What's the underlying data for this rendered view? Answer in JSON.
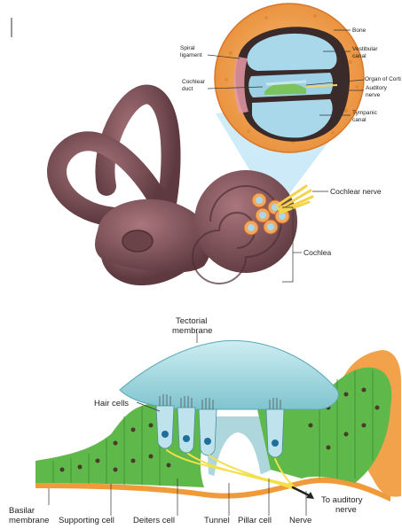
{
  "cross_section": {
    "labels": {
      "bone": "Bone",
      "vestibular_canal_1": "Vestibular",
      "vestibular_canal_2": "canal",
      "spiral_ligament_1": "Spiral",
      "spiral_ligament_2": "ligament",
      "organ_of_corti": "Organ of Corti",
      "cochlear_duct_1": "Cochlear",
      "cochlear_duct_2": "duct",
      "auditory_nerve_1": "Auditory",
      "auditory_nerve_2": "nerve",
      "tympanic_canal_1": "Tympanic",
      "tympanic_canal_2": "canal"
    }
  },
  "inner_ear": {
    "labels": {
      "cochlear_nerve": "Cochlear nerve",
      "cochlea": "Cochlea"
    }
  },
  "organ_detail": {
    "labels": {
      "tectorial_membrane_1": "Tectorial",
      "tectorial_membrane_2": "membrane",
      "hair_cells": "Hair cells",
      "basilar_membrane_1": "Basilar",
      "basilar_membrane_2": "membrane",
      "supporting_cell": "Supporting cell",
      "deiters_cell": "Deiters cell",
      "tunnel": "Tunnel",
      "pillar_cell": "Pillar cell",
      "nerve": "Nerve",
      "to_auditory_nerve_1": "To auditory",
      "to_auditory_nerve_2": "nerve"
    }
  },
  "colors": {
    "bone": "#f0a860",
    "fluid": "#a8d8ea",
    "labyrinth": "#7a4f55",
    "cell_green": "#5fb84a",
    "membrane_blue": "#9fd3dc",
    "basilar_orange": "#f09a3a",
    "nerve_yellow": "#f3e04a"
  }
}
